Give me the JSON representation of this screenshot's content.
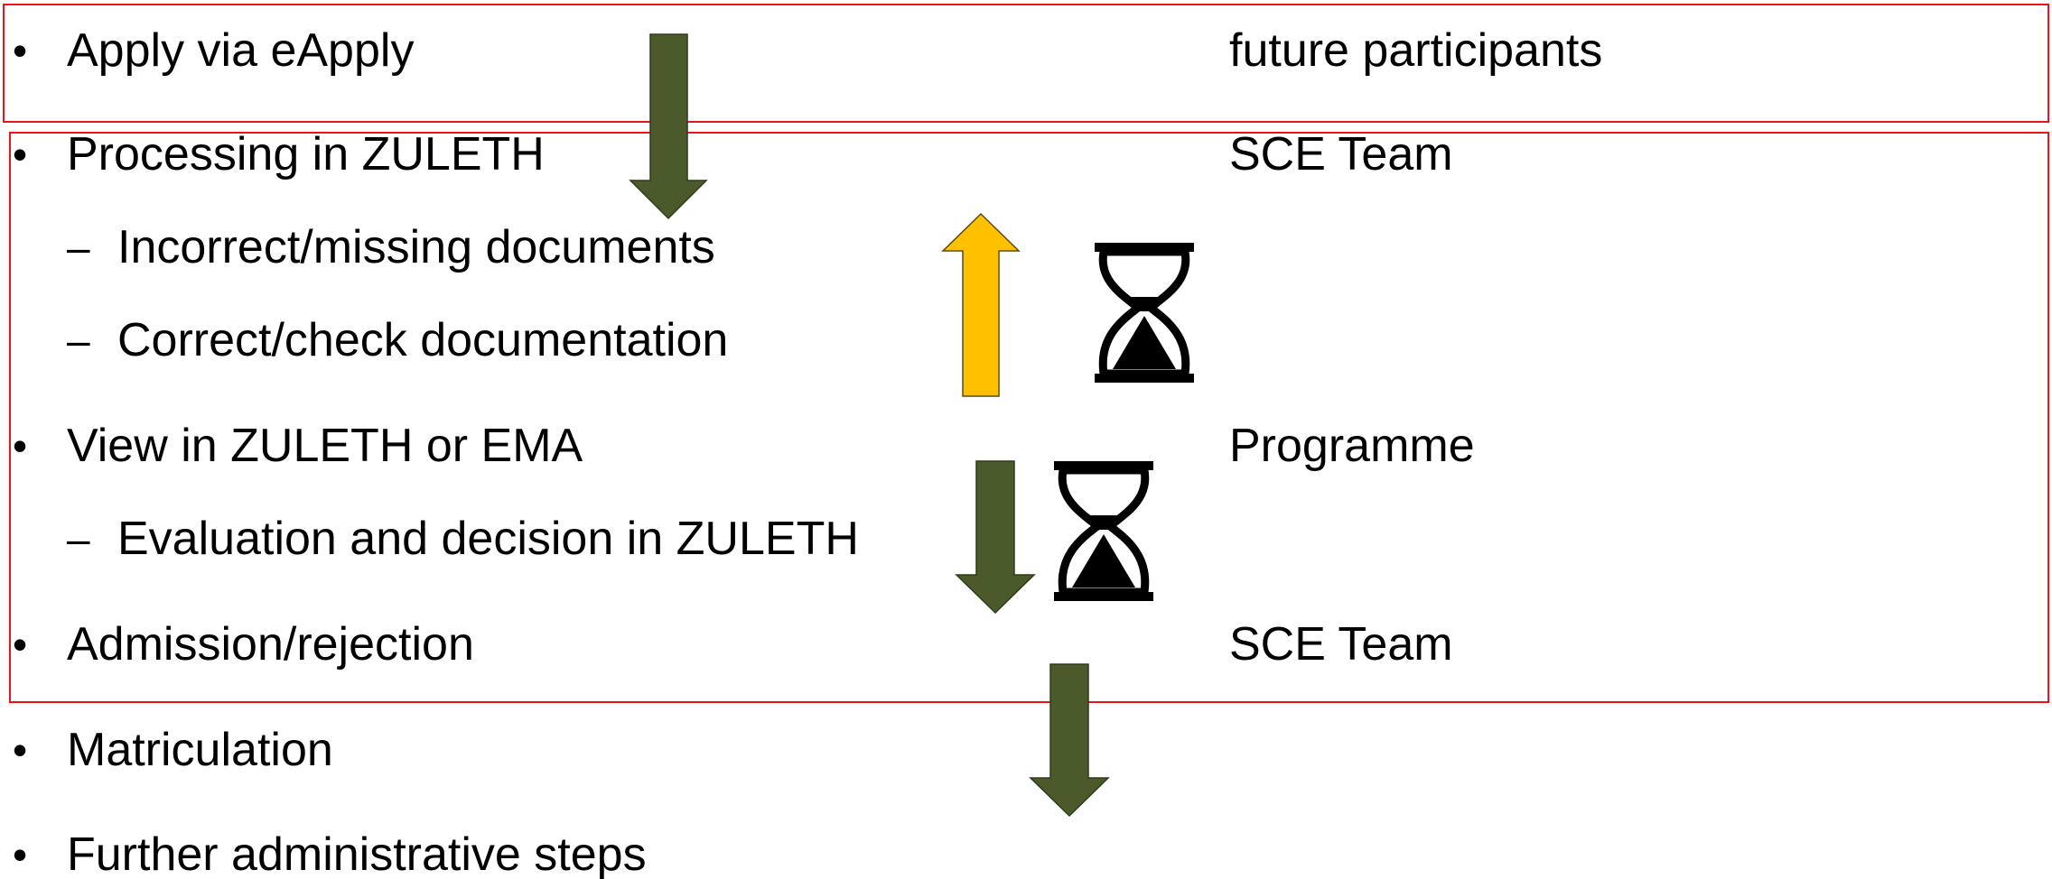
{
  "steps": [
    {
      "level": 1,
      "marker": "•",
      "text": "Apply via eApply",
      "role": "future participants"
    },
    {
      "level": 1,
      "marker": "•",
      "text": "Processing in ZULETH",
      "role": "SCE Team"
    },
    {
      "level": 2,
      "marker": "–",
      "text": "Incorrect/missing documents",
      "role": ""
    },
    {
      "level": 2,
      "marker": "–",
      "text": "Correct/check documentation",
      "role": ""
    },
    {
      "level": 1,
      "marker": "•",
      "text": "View in ZULETH or EMA",
      "role": "Programme"
    },
    {
      "level": 2,
      "marker": "–",
      "text": "Evaluation and decision in ZULETH",
      "role": ""
    },
    {
      "level": 1,
      "marker": "•",
      "text": "Admission/rejection",
      "role": "SCE Team"
    },
    {
      "level": 1,
      "marker": "•",
      "text": "Matriculation",
      "role": ""
    },
    {
      "level": 1,
      "marker": "•",
      "text": "Further administrative steps",
      "role": ""
    }
  ],
  "icons": {
    "down_arrow": "arrow-down-icon",
    "up_arrow": "arrow-up-icon",
    "wait": "hourglass-icon"
  },
  "colors": {
    "frame": "#e8141c",
    "down_arrow_fill": "#4a5a2a",
    "up_arrow_fill": "#ffc000",
    "hourglass": "#000000",
    "text": "#000000"
  }
}
